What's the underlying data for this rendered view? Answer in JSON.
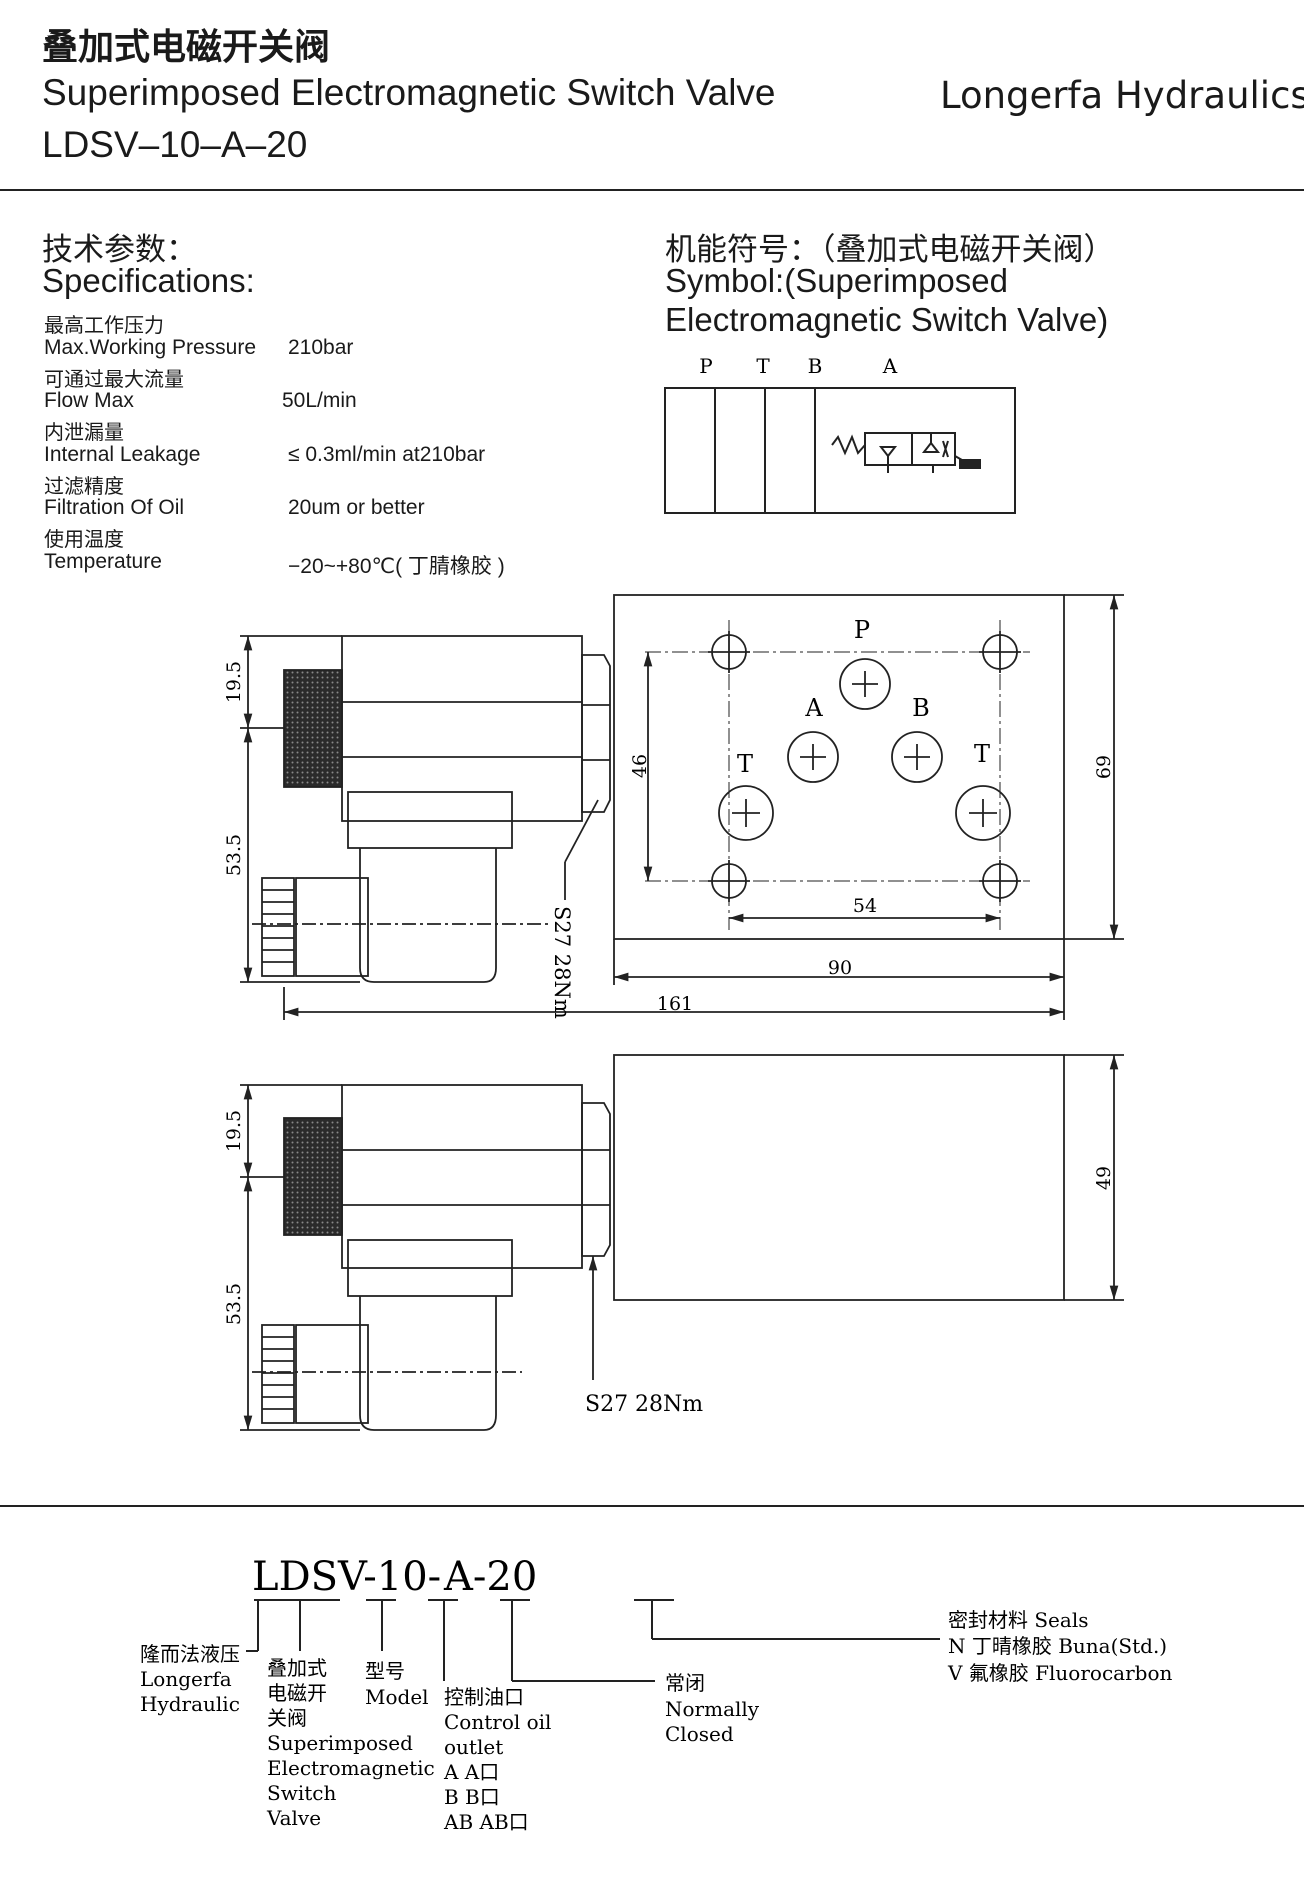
{
  "header": {
    "title_cn": "叠加式电磁开关阀",
    "title_en": "Superimposed Electromagnetic Switch Valve",
    "model": "LDSV–10–A–20",
    "brand": "Longerfa Hydraulics"
  },
  "specs": {
    "heading_cn": "技术参数：",
    "heading_en": "Specifications:",
    "rows": [
      {
        "cn": "最高工作压力",
        "en": "Max.Working Pressure",
        "value": "210bar"
      },
      {
        "cn": "可通过最大流量",
        "en": "Flow Max",
        "value": "50L/min"
      },
      {
        "cn": "内泄漏量",
        "en": "Internal Leakage",
        "value": "≤ 0.3ml/min at210bar"
      },
      {
        "cn": "过滤精度",
        "en": "Filtration Of Oil",
        "value": "20um or better"
      },
      {
        "cn": "使用温度",
        "en": "Temperature",
        "value": "−20~+80℃( 丁腈橡胶 )"
      }
    ]
  },
  "symbol": {
    "heading_cn": "机能符号：（叠加式电磁开关阀）",
    "heading_en_1": "Symbol:(Superimposed",
    "heading_en_2": "Electromagnetic Switch Valve)",
    "ports": [
      "P",
      "T",
      "B",
      "A"
    ]
  },
  "top_view": {
    "dims": {
      "left_upper": "19.5",
      "left_lower": "53.5",
      "hole_span_v": "46",
      "hole_span_h": "54",
      "body_width": "90",
      "overall": "161",
      "body_height": "69"
    },
    "ports": {
      "p": "P",
      "a": "A",
      "b": "B",
      "t_left": "T",
      "t_right": "T"
    },
    "torque": "S27  28Nm"
  },
  "side_view": {
    "dims": {
      "left_upper": "19.5",
      "left_lower": "53.5",
      "body_height": "49"
    },
    "torque": "S27  28Nm"
  },
  "ordering": {
    "code_1": "LDSV-10-",
    "code_2": "A-20",
    "brand_cn": "隆而法液压",
    "brand_en_1": "Longerfa",
    "brand_en_2": "Hydraulic",
    "type_cn_1": "叠加式",
    "type_cn_2": "电磁开",
    "type_cn_3": "关阀",
    "type_en_1": "Superimposed",
    "type_en_2": "Electromagnetic",
    "type_en_3": "Switch",
    "type_en_4": "Valve",
    "model_cn": "型号",
    "model_en": "Model",
    "ctrl_cn": "控制油口",
    "ctrl_en_1": "Control oil",
    "ctrl_en_2": "outlet",
    "ctrl_opt_1": "A  A口",
    "ctrl_opt_2": "B  B口",
    "ctrl_opt_3": "AB AB口",
    "nc_cn": "常闭",
    "nc_en_1": "Normally",
    "nc_en_2": "Closed",
    "seals_title": "密封材料 Seals",
    "seals_opt_1": "N  丁晴橡胶 Buna(Std.)",
    "seals_opt_2": "V  氟橡胶 Fluorocarbon"
  }
}
